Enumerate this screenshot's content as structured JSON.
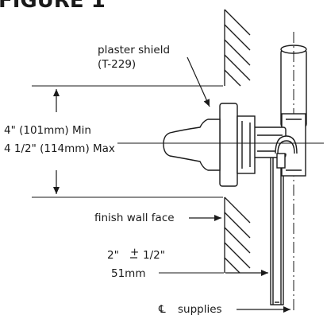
{
  "figure": {
    "title": "FIGURE 1",
    "labels": {
      "shield_line1": "plaster shield",
      "shield_line2": "(T-229)",
      "min_depth": "4\" (101mm) Min",
      "max_depth": "4 1/2\" (114mm) Max",
      "finish_wall": "finish wall face",
      "offset_a": "2\"",
      "offset_pm": "+",
      "offset_b": "1/2\"",
      "offset_mm": "51mm",
      "cl_symbol": "℄",
      "supplies": "supplies"
    }
  },
  "colors": {
    "line": "#1a1a1a",
    "background": "#ffffff"
  }
}
